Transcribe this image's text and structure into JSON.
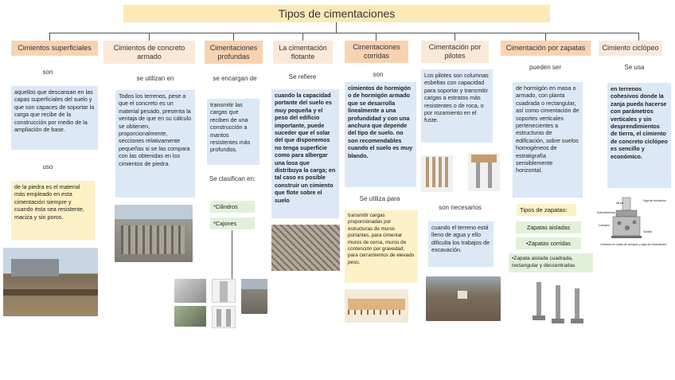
{
  "title": "Tipos de cimentaciones",
  "columns": {
    "c1": {
      "header": "Cimientos superficiales",
      "connector": "son",
      "desc": "aquellos que descansan en las capas superficiales del suelo y que son capaces de soportar la carga que recibe de la construcción por medio de la ampliación de base.",
      "connector2": "uso",
      "desc2": "de la piedra es el material más empleado en esta cimentación siempre y cuando ésta sea resistente, maciza y sin poros."
    },
    "c2": {
      "header": "Cimientos de concreto armado",
      "connector": "se utilizan en",
      "desc": "Todos los terrenos, pese a que el concreto es un material pesado, presenta la ventaja de que en su cálculo se obtienen, proporcionalmente, secciones relativamente pequeñas si se las compara con las obtenidas en los cimientos de piedra."
    },
    "c3": {
      "header": "Cimentaciones profundas",
      "connector": "se encargan de",
      "desc": "transmitir las cargas que reciben de una construcción a mantos resistentes más profundos.",
      "connector2": "Se clasifican en:",
      "item1": "*Cilindros",
      "item2": "*Cajones"
    },
    "c4": {
      "header": "La cimentación flotante",
      "connector": "Se refiere",
      "desc": "cuando la capacidad portante del suelo es muy pequeña y el peso del edificio importante, puede suceder que el solar del que disponemos no tenga superficie como para albergar una losa que distribuya la carga; en tal caso es posible construir un cimiento que flote sobre el suelo"
    },
    "c5": {
      "header": "Cimentaciones corridas",
      "connector": "son",
      "desc": "cimientos de hormigón o de hormigón armado que se desarrolla linealmente a una profundidad y con una anchura que depende del tipo de suelo. no son recomendables cuando el suelo es muy blando.",
      "connector2": "Se utiliza para",
      "desc2": "transmitir cargas proporcionadas por estructuras de muros portantes, para cimentar muros de cerca, muros de contención por gravedad, para cerramientos de elevado peso."
    },
    "c6": {
      "header": "Cimentación por pilotes",
      "desc": "Los pilotes son columnas esbeltas con capacidad para soportar y transmitir cargas a estratos más resistentes o de roca, o por rozamiento en el fuste.",
      "connector2": "son necesarios",
      "desc2": "cuando el terreno está lleno de agua y ello dificulta los trabajos de excavación."
    },
    "c7": {
      "header": "Cimentación por zapatas",
      "connector": "pueden ser",
      "desc": "de hormigón en masa o armado, con planta cuadrada o rectangular, así como cimentación de soportes verticales pertenecientes a estructuras de edificación, sobre suelos homogéneos de estratigrafía sensiblemente horizontal.",
      "connector2": "Tipos de zapatas:",
      "item1": "Zapatas aisladas",
      "item2": "•Zapatas corridas",
      "item3": "•Zapata aislada cuadrada, rectangular y descentradas"
    },
    "c8": {
      "header": "Cimiento ciclópeo",
      "connector": "Se usa",
      "desc": "en terrenos cohesivos donde la zanja pueda hacerse con parámetros verticales y sin desprendimientos de tierra, el cimiento de concreto ciclópeo es sencillo y económico.",
      "diagram": {
        "l_muro": "Muro",
        "l_viga": "Viga de fundación",
        "l_sobre": "Sobrecimiento",
        "l_ciclopeo": "Ciclópeo",
        "l_solado": "Solado",
        "caption": "Cimiento en malla de ciclópeo y viga de cimentación"
      }
    }
  },
  "colors": {
    "title_bg": "#fde9b5",
    "header_peach": "#f8d3b2",
    "header_cream": "#fbe9d8",
    "box_blue": "#dce8f5",
    "box_yellow": "#fdf1c7",
    "box_green": "#e2f0d9"
  }
}
